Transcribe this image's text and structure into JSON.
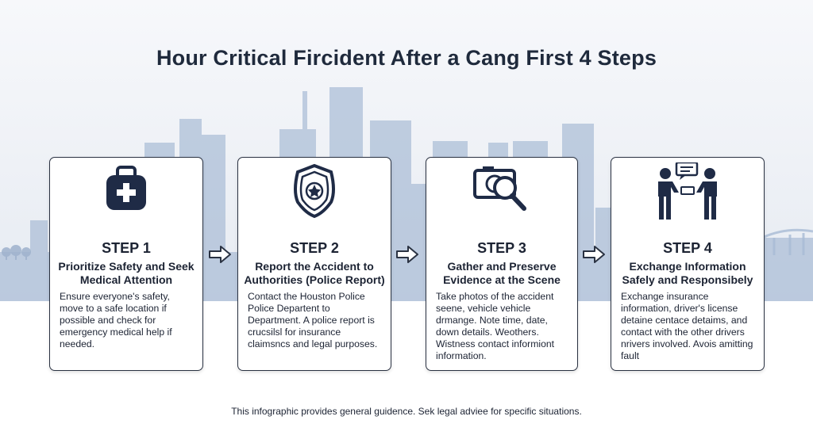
{
  "title": "Hour Critical Fircident After a Cang First 4 Steps",
  "steps": [
    {
      "icon": "first-aid-kit-icon",
      "label": "STEP 1",
      "heading": "Prioritize Safety and Seek Medical Attention",
      "body": "Ensure everyone's safety, move to a safe location if possible and check for emergency medical help if needed."
    },
    {
      "icon": "police-badge-icon",
      "label": "STEP 2",
      "heading": "Report the Accident to Authorities (Police Report)",
      "body": "Contact the Houston Police Police Departent to Department. A police report is crucsilsl for insurance claimsncs and legal purposes."
    },
    {
      "icon": "camera-magnifier-icon",
      "label": "STEP 3",
      "heading": "Gather and Preserve Evidence at the Scene",
      "body": "Take photos of the accident seene, vehicle vehicle drmange. Note time, date, down details. Weothers. Wistness contact informiont information."
    },
    {
      "icon": "people-exchange-icon",
      "label": "STEP 4",
      "heading": "Exchange Information Safely and Responsibely",
      "body": "Exchange insurance information, driver's license detaine centace detaims, and contact with the other drivers nrivers involved. Avois amitting fault"
    }
  ],
  "footer": "This infographic provides general guidence. Sek legal adviee for specific situations.",
  "colors": {
    "icon_navy": "#1f2b46",
    "card_border": "#2a3242",
    "skyline": "#a9bcd6",
    "arrow": "#2a3242"
  }
}
